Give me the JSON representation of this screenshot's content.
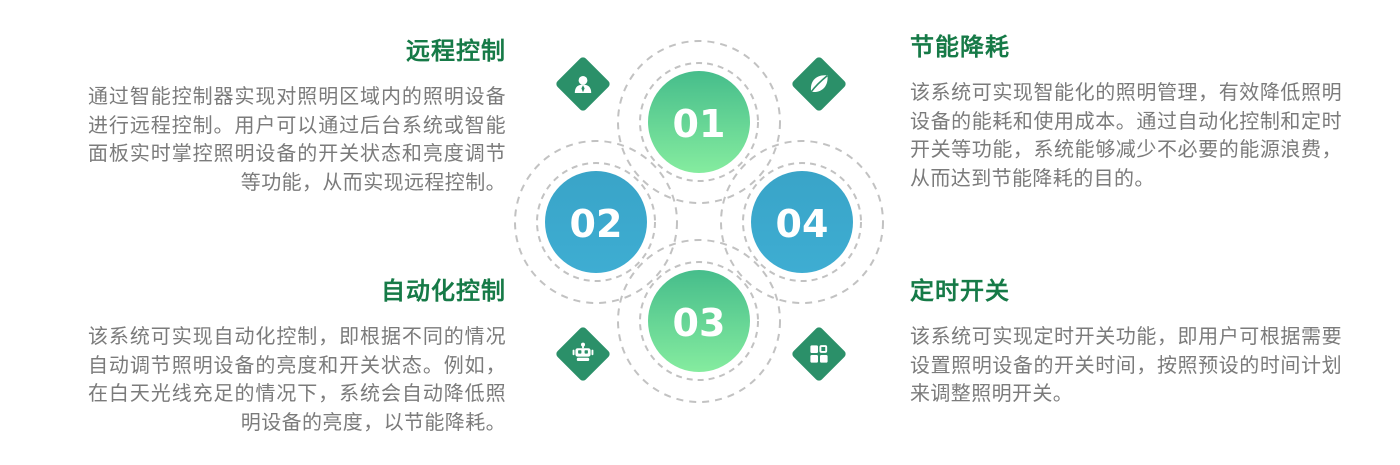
{
  "colors": {
    "heading_green": "#167a47",
    "body_gray": "#7b7b7b",
    "diamond_green": "#2b9069",
    "circle_blue_top": "#39a4c8",
    "circle_blue_bottom": "#3eadd2",
    "circle_green_top": "#46bd8b",
    "circle_green_bottom": "#85ec9f",
    "dash_gray": "#c2c2c2",
    "number_white": "#ffffff",
    "bg": "#ffffff"
  },
  "features": {
    "left_top": {
      "title": "远程控制",
      "body": "通过智能控制器实现对照明区域内的照明设备进行远程控制。用户可以通过后台系统或智能面板实时掌控照明设备的开关状态和亮度调节等功能，从而实现远程控制。"
    },
    "left_bottom": {
      "title": "自动化控制",
      "body": "该系统可实现自动化控制，即根据不同的情况自动调节照明设备的亮度和开关状态。例如，在白天光线充足的情况下，系统会自动降低照明设备的亮度，以节能降耗。"
    },
    "right_top": {
      "title": "节能降耗",
      "body": "该系统可实现智能化的照明管理，有效降低照明设备的能耗和使用成本。通过自动化控制和定时开关等功能，系统能够减少不必要的能源浪费，从而达到节能降耗的目的。"
    },
    "right_bottom": {
      "title": "定时开关",
      "body": "该系统可实现定时开关功能，即用户可根据需要设置照明设备的开关时间，按照预设的时间计划来调整照明开关。"
    }
  },
  "diagram": {
    "nodes": [
      {
        "label": "01",
        "position": "top",
        "style": "green"
      },
      {
        "label": "02",
        "position": "left",
        "style": "blue"
      },
      {
        "label": "03",
        "position": "bottom",
        "style": "green"
      },
      {
        "label": "04",
        "position": "right",
        "style": "blue"
      }
    ],
    "icons": [
      {
        "name": "user-icon",
        "position": "top-left"
      },
      {
        "name": "leaf-icon",
        "position": "top-right"
      },
      {
        "name": "robot-icon",
        "position": "bottom-left"
      },
      {
        "name": "grid-icon",
        "position": "bottom-right"
      }
    ]
  }
}
